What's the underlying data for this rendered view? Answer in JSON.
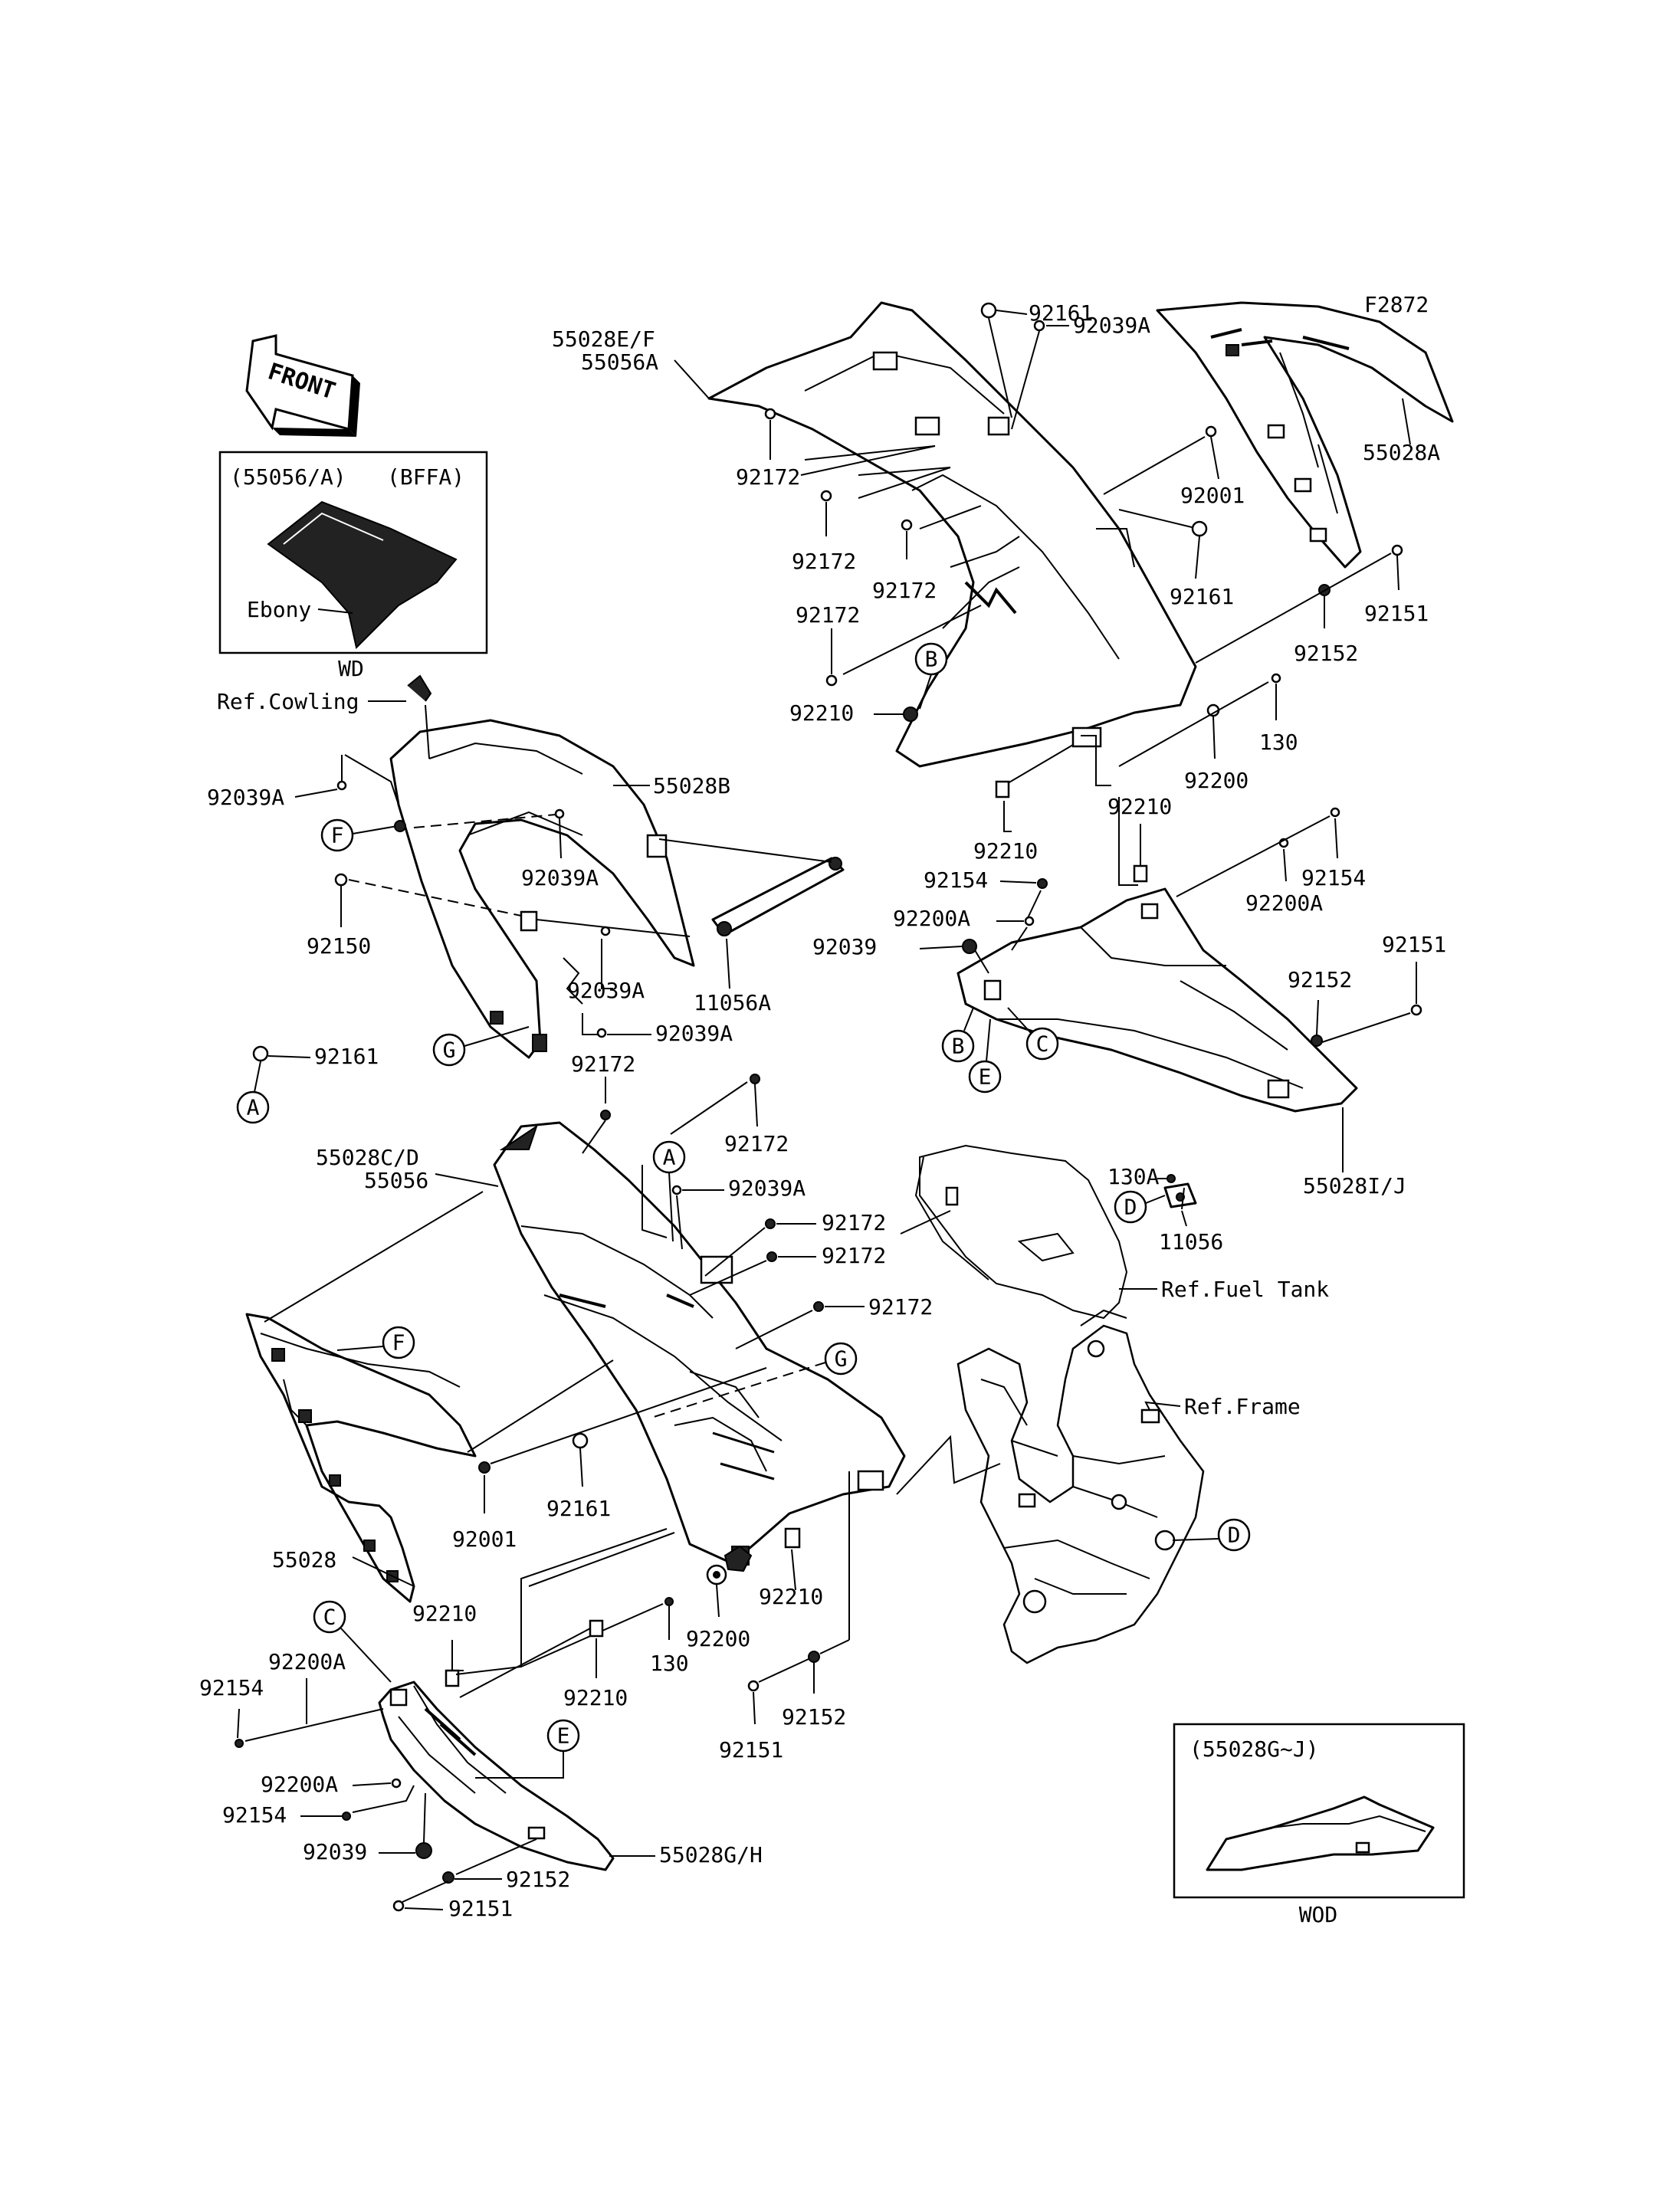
{
  "diagram_code": "F2872",
  "front_arrow_label": "FRONT",
  "insets": {
    "wd": {
      "header_left": "(55056/A)",
      "header_right": "(BFFA)",
      "color_label": "Ebony",
      "caption": "WD"
    },
    "wod": {
      "header": "(55028G~J)",
      "caption": "WOD"
    }
  },
  "callout_letters": {
    "a_top": "A",
    "a_mid": "A",
    "b_top": "B",
    "b_mid": "B",
    "c_mid": "C",
    "c_low": "C",
    "d_mid": "D",
    "d_frame": "D",
    "e_mid": "E",
    "e_low": "E",
    "f_top": "F",
    "f_mid": "F",
    "g_top": "G",
    "g_mid": "G"
  },
  "refs": {
    "cowling": "Ref.Cowling",
    "fuel_tank": "Ref.Fuel Tank",
    "frame": "Ref.Frame"
  },
  "labels": {
    "p55028ef": "55028E/F",
    "p55056a": "55056A",
    "p92161_top": "92161",
    "p92039a_top": "92039A",
    "p55028a": "55028A",
    "p92172_a": "92172",
    "p92172_b": "92172",
    "p92172_c": "92172",
    "p92172_d": "92172",
    "p92001_top": "92001",
    "p92161_r": "92161",
    "p92151_r": "92151",
    "p92152_r": "92152",
    "p92210_b": "92210",
    "p130_top": "130",
    "p92200_top": "92200",
    "p92210_m": "92210",
    "p92210_n": "92210",
    "p92154_m": "92154",
    "p92200a_m": "92200A",
    "p92039_m": "92039",
    "p92154_r": "92154",
    "p92200a_r": "92200A",
    "p92151_r2": "92151",
    "p92152_r2": "92152",
    "p130a": "130A",
    "p11056": "11056",
    "p55028ij": "55028I/J",
    "p55028b": "55028B",
    "p92039a_l": "92039A",
    "p92039a_l2": "92039A",
    "p92150": "92150",
    "p92039a_l3": "92039A",
    "p11056a": "11056A",
    "p92039a_l4": "92039A",
    "p92161_l": "92161",
    "p92172_l": "92172",
    "p92172_l2": "92172",
    "p55028cd": "55028C/D",
    "p55056": "55056",
    "p92039a_c": "92039A",
    "p92172_c1": "92172",
    "p92172_c2": "92172",
    "p92172_c3": "92172",
    "p92001_c": "92001",
    "p92161_c": "92161",
    "p55028": "55028",
    "p92210_c": "92210",
    "p92200_c": "92200",
    "p130_c": "130",
    "p92210_l": "92210",
    "p92210_l2": "92210",
    "p92200a_l": "92200A",
    "p92154_l": "92154",
    "p92152_c": "92152",
    "p92151_c": "92151",
    "p92200a_l2": "92200A",
    "p92154_l2": "92154",
    "p92039_l": "92039",
    "p55028gh": "55028G/H",
    "p92152_l": "92152",
    "p92151_l": "92151"
  }
}
